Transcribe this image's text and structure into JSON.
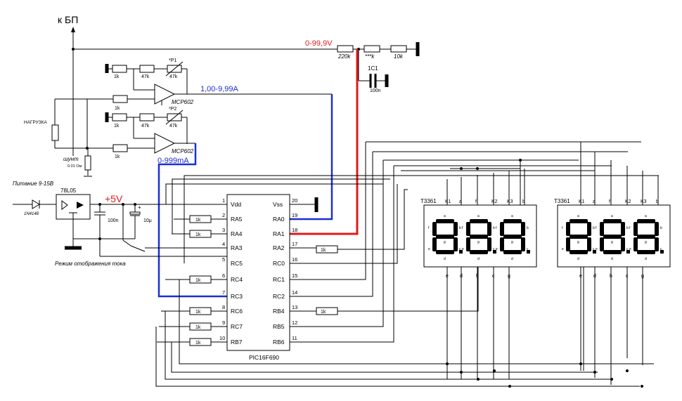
{
  "labels": {
    "to_psu": "к БП",
    "voltage_range": "0-99,9V",
    "current_range": "1,00-9,99A",
    "milliamp_range": "0-999mA",
    "load": "НАГРУЗКА",
    "shunt": "шунт",
    "shunt_value": "0.01 Ом",
    "power_input": "Питание 9-15В",
    "plus5v": "+5V",
    "display_mode": "Режим отображения тока"
  },
  "components": {
    "r_220k": "220k",
    "r_trim": "***k",
    "r_10k": "10k",
    "c1_name": "1C1",
    "c1_value": "100n",
    "r_1k": "1k",
    "r_47k": "47k",
    "rp1": "*P1",
    "rp2": "*P2",
    "opamp": "MCP602",
    "diode": "1N4148",
    "regulator": "78L05",
    "c_100n": "100n",
    "c_10u": "10μ",
    "mcu": "PIC16F690"
  },
  "mcu_pins": {
    "left": [
      {
        "num": "1",
        "name": "Vdd"
      },
      {
        "num": "2",
        "name": "RA5"
      },
      {
        "num": "3",
        "name": "RA4"
      },
      {
        "num": "4",
        "name": "RA3"
      },
      {
        "num": "5",
        "name": "RC5"
      },
      {
        "num": "6",
        "name": "RC4"
      },
      {
        "num": "7",
        "name": "RC3"
      },
      {
        "num": "8",
        "name": "RC6"
      },
      {
        "num": "9",
        "name": "RC7"
      },
      {
        "num": "10",
        "name": "RB7"
      }
    ],
    "right": [
      {
        "num": "20",
        "name": "Vss"
      },
      {
        "num": "19",
        "name": "RA0"
      },
      {
        "num": "18",
        "name": "RA1"
      },
      {
        "num": "17",
        "name": "RA2"
      },
      {
        "num": "16",
        "name": "RC0"
      },
      {
        "num": "15",
        "name": "RC1"
      },
      {
        "num": "14",
        "name": "RC2"
      },
      {
        "num": "13",
        "name": "RB4"
      },
      {
        "num": "12",
        "name": "RB5"
      },
      {
        "num": "11",
        "name": "RB6"
      }
    ],
    "left_resistor_pins": [
      "RA5",
      "RA4",
      "RC4",
      "RC6",
      "RC7",
      "RB7"
    ]
  },
  "displays": [
    {
      "name": "T3361",
      "top_pins": [
        "K1",
        "a",
        "f",
        "K2",
        "K3",
        "b"
      ],
      "bottom_pins": [
        "e",
        "d",
        "h",
        "c",
        "g"
      ],
      "segment_labels": [
        "a",
        "b",
        "f",
        "g",
        "e",
        "c",
        "d"
      ]
    },
    {
      "name": "T3361",
      "top_pins": [
        "K1",
        "a",
        "f",
        "K2",
        "K3",
        "b"
      ],
      "bottom_pins": [
        "e",
        "d",
        "h",
        "c",
        "g"
      ],
      "segment_labels": [
        "a",
        "b",
        "f",
        "g",
        "e",
        "c",
        "d"
      ]
    }
  ]
}
